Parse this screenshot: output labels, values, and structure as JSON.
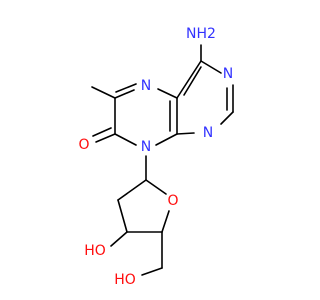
{
  "molecule": {
    "atoms": {
      "amine": "NH2",
      "n_pyrimidine_top": "N",
      "n_pyrimidine_bottom": "N",
      "n_pyrazine_top": "N",
      "n_glycosidic": "N",
      "o_carbonyl": "O",
      "o_ring": "O",
      "hydroxyl_left": "HO",
      "hydroxyl_bottom": "HO"
    },
    "colors": {
      "nitrogen": "#3333ff",
      "oxygen": "#ff0d0d",
      "bond": "#000000",
      "background": "#ffffff"
    }
  }
}
